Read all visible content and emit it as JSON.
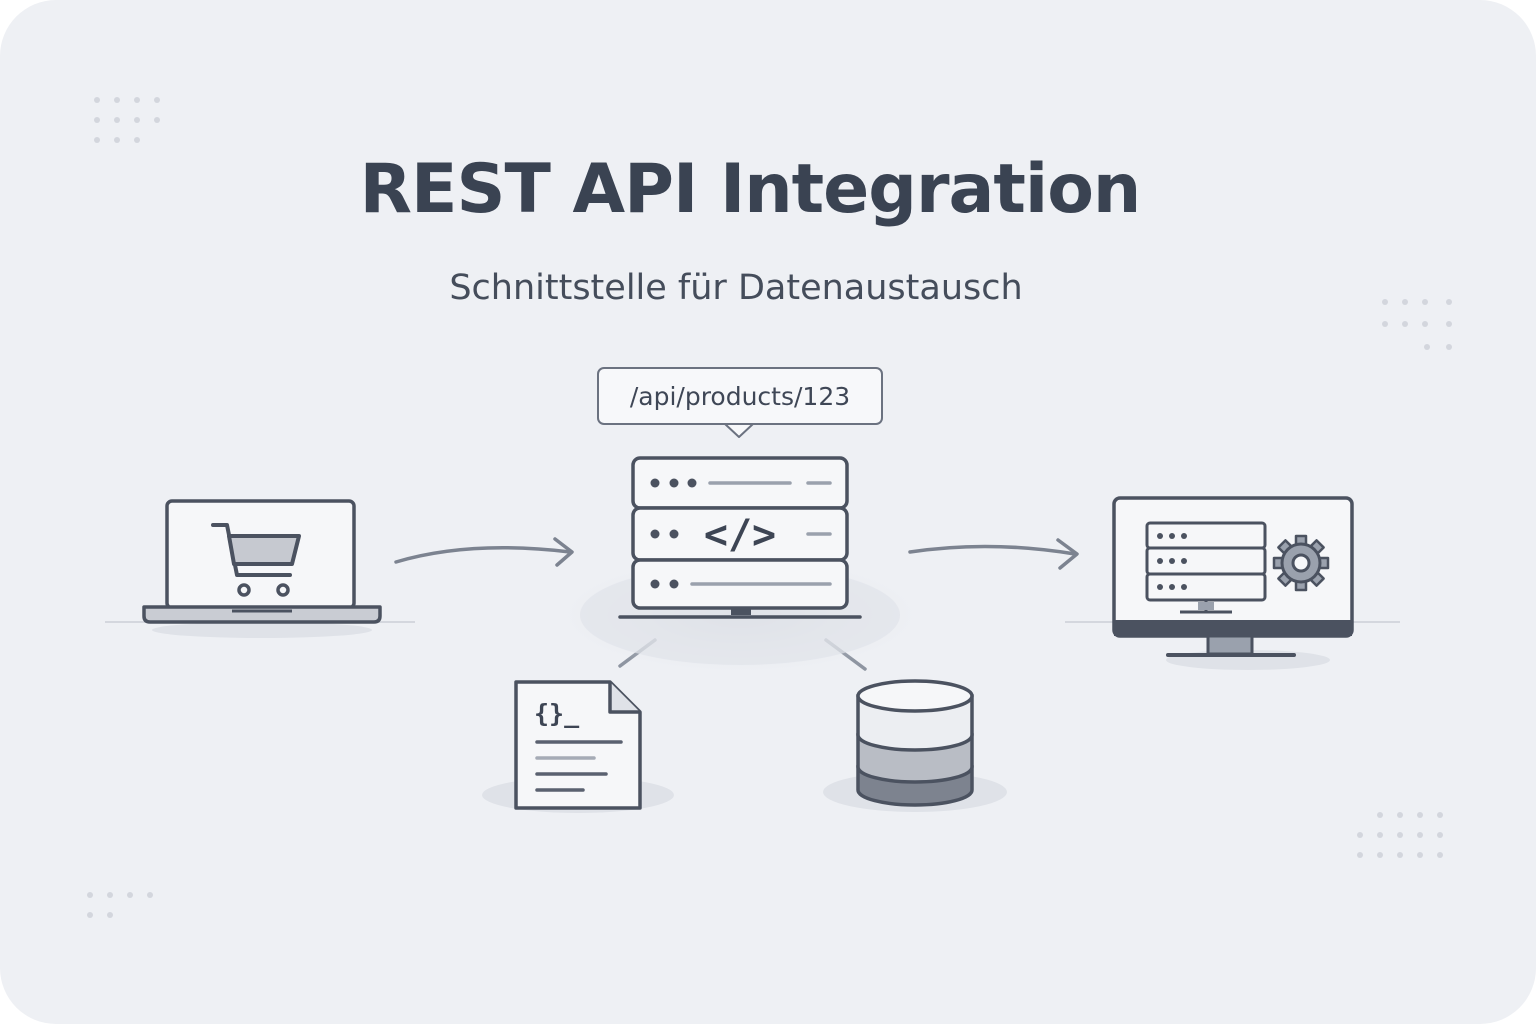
{
  "diagram": {
    "title": "REST API Integration",
    "subtitle": "Schnittstelle für Datenaustausch",
    "endpoint_label": "/api/products/123",
    "code_symbol": "</>",
    "json_symbol": "{}_",
    "colors": {
      "background": "#eef0f4",
      "stroke": "#4b5260",
      "title": "#3a4352",
      "muted": "#9aa1ad"
    },
    "icons": [
      "shopping-cart-laptop-icon",
      "api-server-stack-icon",
      "json-document-icon",
      "database-icon",
      "monitor-server-gear-icon"
    ]
  }
}
